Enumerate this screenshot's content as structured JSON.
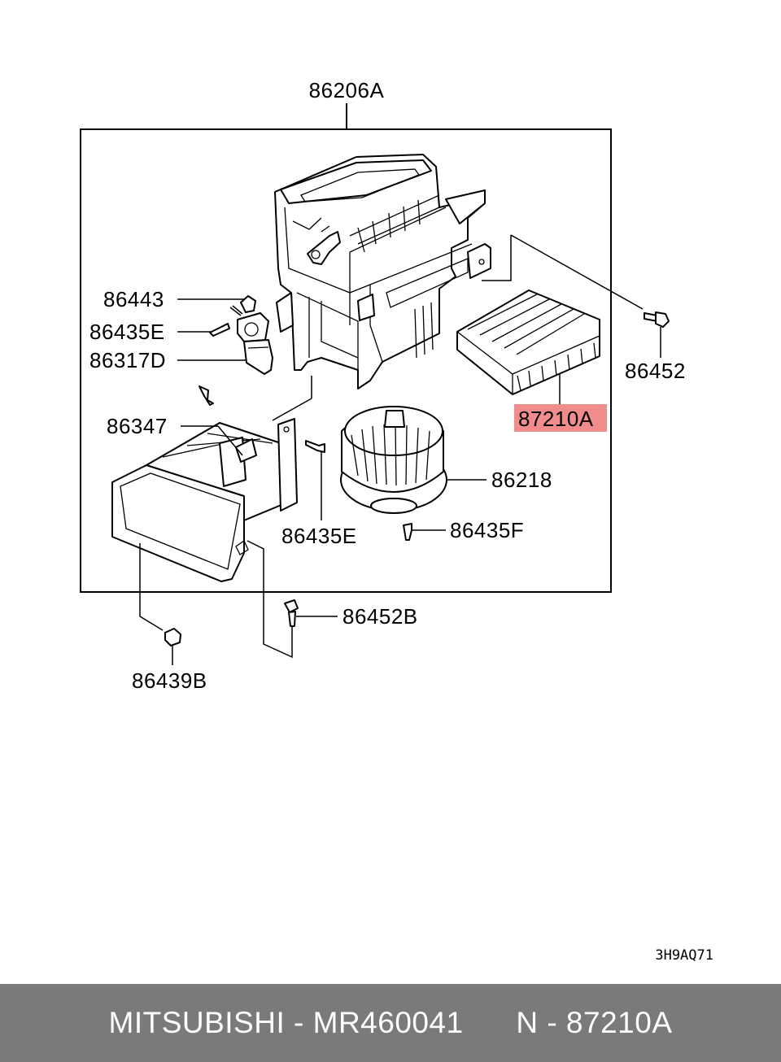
{
  "diagram": {
    "labels": {
      "assembly": "86206A",
      "part_86443": "86443",
      "part_86435E_top": "86435E",
      "part_86317D": "86317D",
      "part_86452": "86452",
      "part_87210A": "87210A",
      "part_86347": "86347",
      "part_86218": "86218",
      "part_86435E_mid": "86435E",
      "part_86435F": "86435F",
      "part_86452B": "86452B",
      "part_86439B": "86439B"
    },
    "highlight_color": "#f08c8c",
    "drawing_code": "3H9AQ71"
  },
  "footer": {
    "brand_part": "MITSUBISHI - MR460041",
    "ref": "N - 87210A"
  }
}
